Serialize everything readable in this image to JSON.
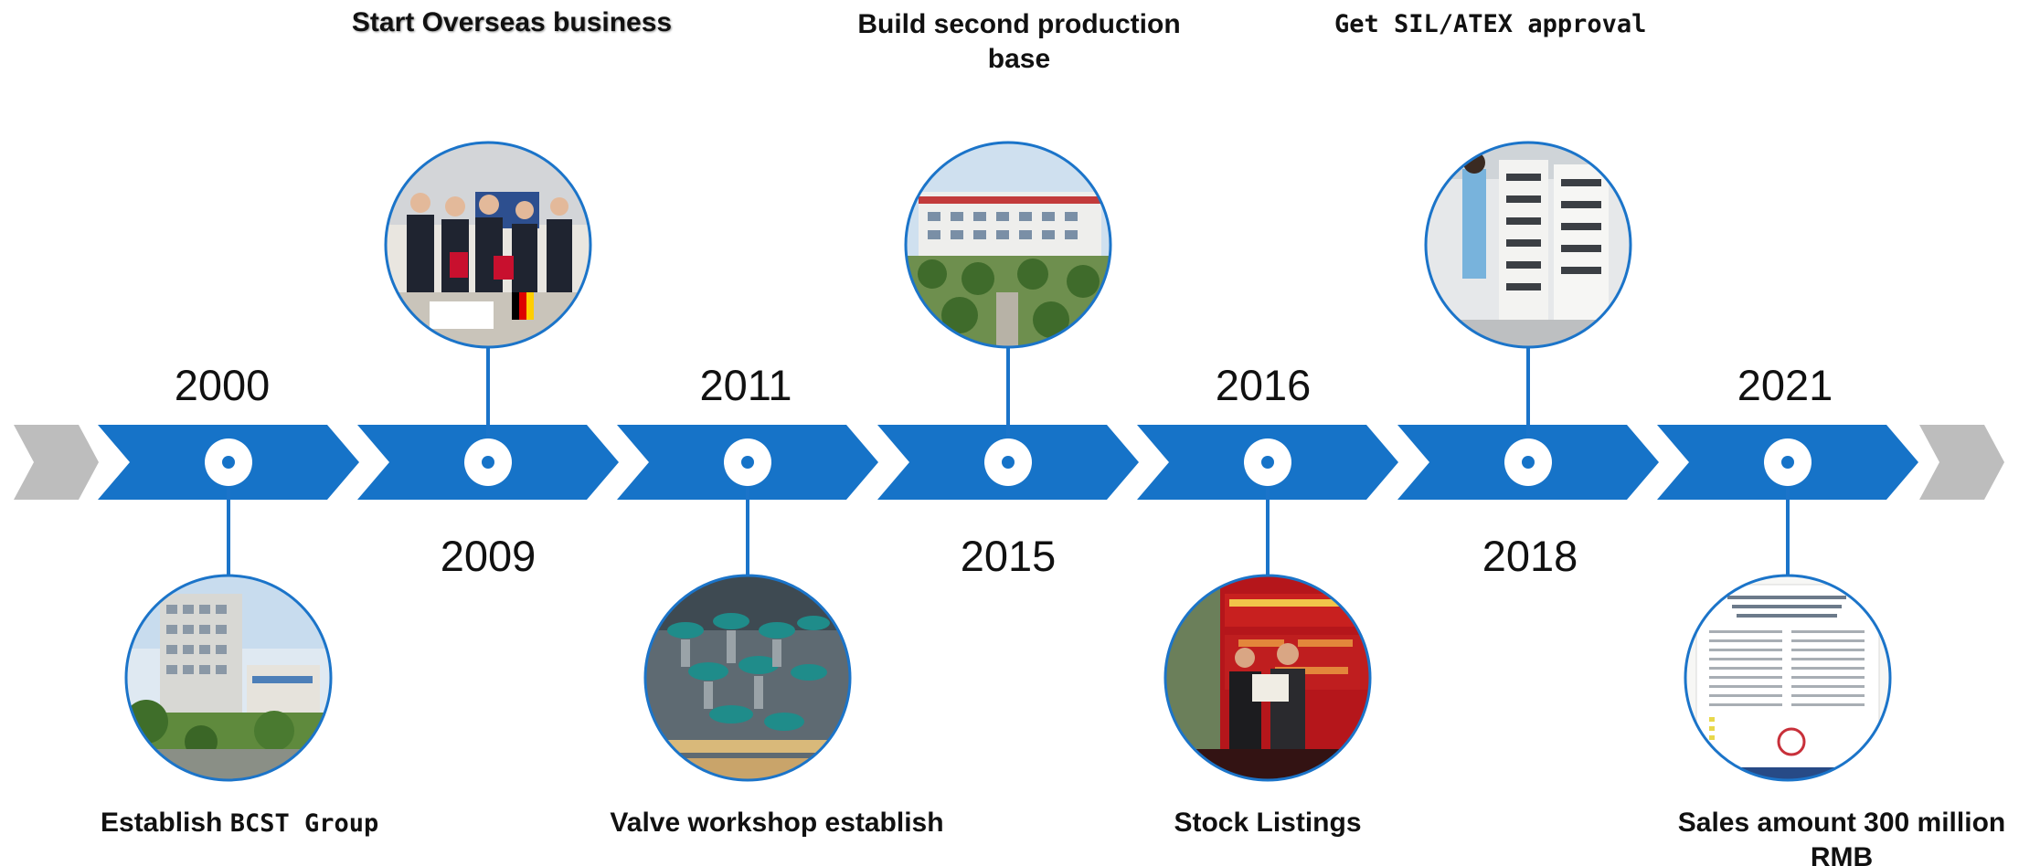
{
  "colors": {
    "arrow_blue": "#1673c8",
    "arrow_gray": "#bdbdbd",
    "connector": "#1b74c9",
    "photo_ring": "#1b74c9"
  },
  "milestones": [
    {
      "year": "2000",
      "caption_main": "Establish",
      "caption_suffix": "BCST Group",
      "photo_icon": "factory-building-photo"
    },
    {
      "year": "2009",
      "caption_main": "Start Overseas business",
      "photo_icon": "business-meeting-photo"
    },
    {
      "year": "2011",
      "caption_main": "Valve workshop establish",
      "photo_icon": "valve-workshop-photo"
    },
    {
      "year": "2015",
      "caption_main": "Build second  production base",
      "photo_icon": "production-base-photo"
    },
    {
      "year": "2016",
      "caption_main": "Stock Listings",
      "photo_icon": "stock-listing-ceremony-photo"
    },
    {
      "year": "2018",
      "caption_main": "Get SIL/ATEX approval",
      "photo_icon": "certification-lab-photo"
    },
    {
      "year": "2021",
      "caption_main": "Sales amount 300 million RMB",
      "photo_icon": "certificate-document-photo"
    }
  ]
}
